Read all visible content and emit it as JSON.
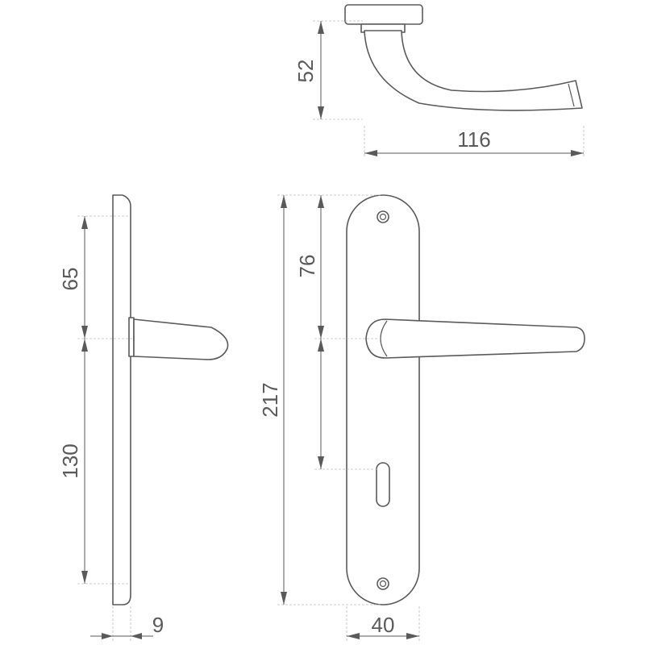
{
  "drawing": {
    "dimensions": {
      "handle_height": "52",
      "handle_length": "116",
      "upper_to_axis": "65",
      "axis_to_lower": "130",
      "plate_height": "217",
      "axis_from_top": "76",
      "plate_thickness": "9",
      "plate_width": "40"
    }
  }
}
